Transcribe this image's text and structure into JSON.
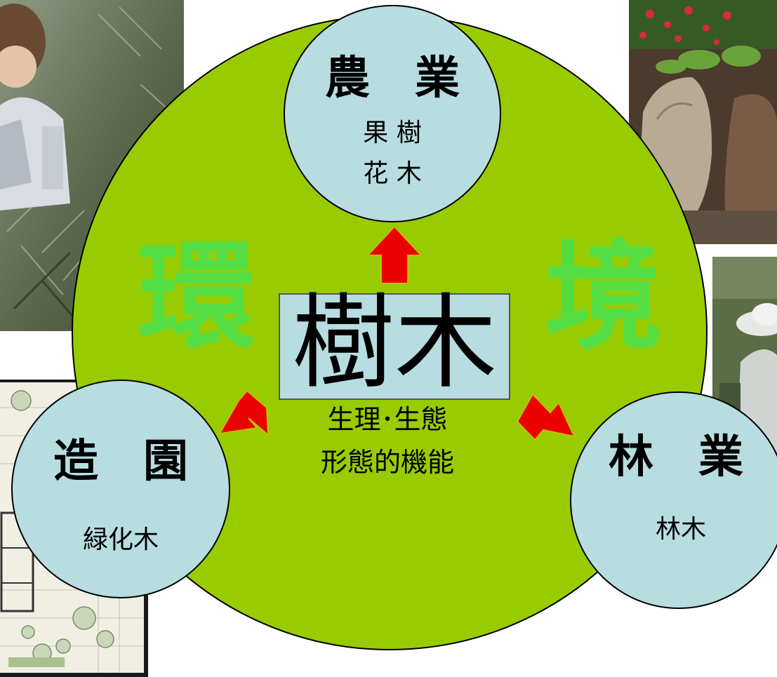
{
  "center": {
    "title": "樹木",
    "function_lines": [
      "生理･生態",
      "形態的機能"
    ]
  },
  "environment": {
    "left_char": "環",
    "right_char": "境"
  },
  "nodes": {
    "agriculture": {
      "title": "農　業",
      "sub_lines": [
        "果 樹",
        "花 木"
      ]
    },
    "landscaping": {
      "title": "造　園",
      "sub_lines": [
        "緑化木"
      ]
    },
    "forestry": {
      "title": "林　業",
      "sub_lines": [
        "林木"
      ]
    }
  },
  "photos": [
    "pruning-pine-tree-photo",
    "rock-garden-flowers-photo",
    "gardener-hat-photo",
    "garden-plan-drawing"
  ],
  "colors": {
    "big_circle": "#99cc00",
    "node_circle": "#b8dde1",
    "center_box": "#b8dde1",
    "environment_text": "#55dd44",
    "arrow_fill": "#ee0000",
    "arrow_stroke": "#c0c000"
  }
}
